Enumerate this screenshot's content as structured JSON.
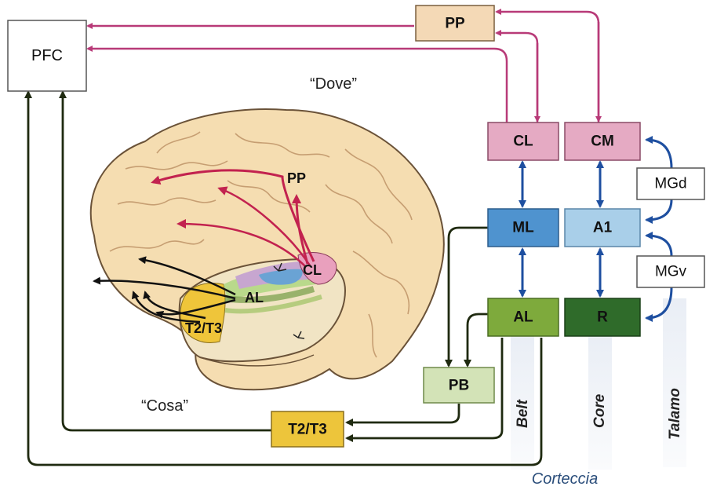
{
  "boxes": {
    "pfc": "PFC",
    "pp": "PP",
    "cl": "CL",
    "cm": "CM",
    "mgd": "MGd",
    "ml": "ML",
    "a1": "A1",
    "mgv": "MGv",
    "al": "AL",
    "r": "R",
    "pb": "PB",
    "t2t3": "T2/T3"
  },
  "brain_labels": {
    "pp": "PP",
    "cl": "CL",
    "al": "AL",
    "t2t3": "T2/T3"
  },
  "streams": {
    "dove": "“Dove”",
    "cosa": "“Cosa”"
  },
  "columns": {
    "belt": "Belt",
    "core": "Core",
    "talamo": "Talamo"
  },
  "footer": "Corteccia",
  "colors": {
    "dorsal_arrow": "#b83a78",
    "core_arrow": "#1e4fa0",
    "ventral_arrow": "#1f2a10",
    "pink_box": "#e5aac3",
    "blue_box": "#4f93cf",
    "lightblue_box": "#a9cfe9",
    "green_box": "#7eaa3c",
    "darkgreen_box": "#2f6b2a",
    "pale_green_box": "#d3e3b7",
    "yellow_box": "#edc53b",
    "tan_box": "#f4d9b6"
  }
}
